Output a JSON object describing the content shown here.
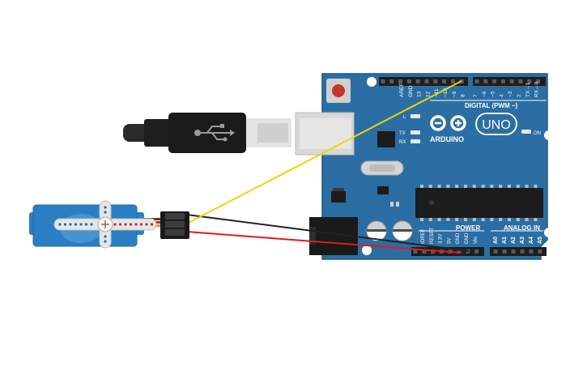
{
  "board": {
    "brand_text": "ARDUINO",
    "model_text": "UNO",
    "on_label": "ON",
    "digital_header_label": "DIGITAL (PWM ~)",
    "power_label": "POWER",
    "analog_label": "ANALOG IN",
    "led_labels": [
      "L",
      "TX",
      "RX"
    ],
    "top_pin_labels": [
      "AREF",
      "GND",
      "13",
      "12",
      "~11",
      "~10",
      "~9",
      "8",
      "7",
      "~6",
      "~5",
      "4",
      "~3",
      "2",
      "TX→1",
      "RX←0"
    ],
    "power_pin_labels": [
      "IOREF",
      "RESET",
      "3.3V",
      "5V",
      "GND",
      "GND",
      "Vin"
    ],
    "analog_pin_labels": [
      "A0",
      "A1",
      "A2",
      "A3",
      "A4",
      "A5"
    ]
  },
  "colors": {
    "board": "#2b6ea3",
    "board_edge": "#1f5680",
    "header": "#1e1e1e",
    "signal_wire": "#f0d400",
    "power_wire": "#e01b1b",
    "ground_wire": "#222222",
    "servo_body": "#2a7fc4",
    "reset_button": "#c0392b"
  },
  "components": {
    "usb_cable": "usb-b-cable",
    "servo": "micro-servo",
    "board": "arduino-uno"
  },
  "wires": [
    {
      "name": "signal",
      "from": "servo-signal",
      "to": "pin-9",
      "color": "yellow"
    },
    {
      "name": "power",
      "from": "servo-power",
      "to": "pin-5v",
      "color": "red"
    },
    {
      "name": "ground",
      "from": "servo-ground",
      "to": "pin-gnd",
      "color": "black"
    }
  ]
}
